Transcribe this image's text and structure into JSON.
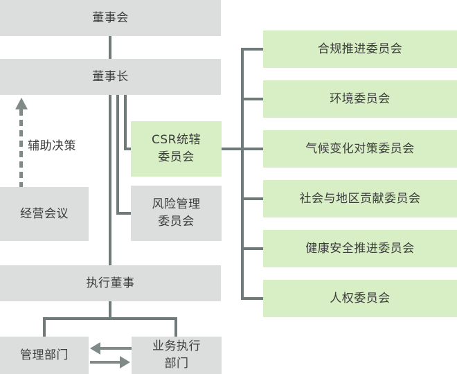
{
  "colors": {
    "box_gray": "#dcdddd",
    "box_green": "#d8efc6",
    "connector": "#6f7b7a",
    "arrow": "#7f8a89",
    "text": "#3c3c3c"
  },
  "nodes": {
    "board": "董事会",
    "chairman": "董事长",
    "management_meeting": "经营会议",
    "executive_directors": "执行董事",
    "admin_department": "管理部门",
    "business_department_lines": [
      "业务执行",
      "部门"
    ],
    "csr_committee_lines": [
      "CSR统辖",
      "委员会"
    ],
    "risk_committee_lines": [
      "风险管理",
      "委员会"
    ],
    "advisory_label": "辅助决策"
  },
  "right_committees": [
    "合规推进委员会",
    "环境委员会",
    "气候变化对策委员会",
    "社会与地区贡献委员会",
    "健康安全推进委员会",
    "人权委员会"
  ]
}
